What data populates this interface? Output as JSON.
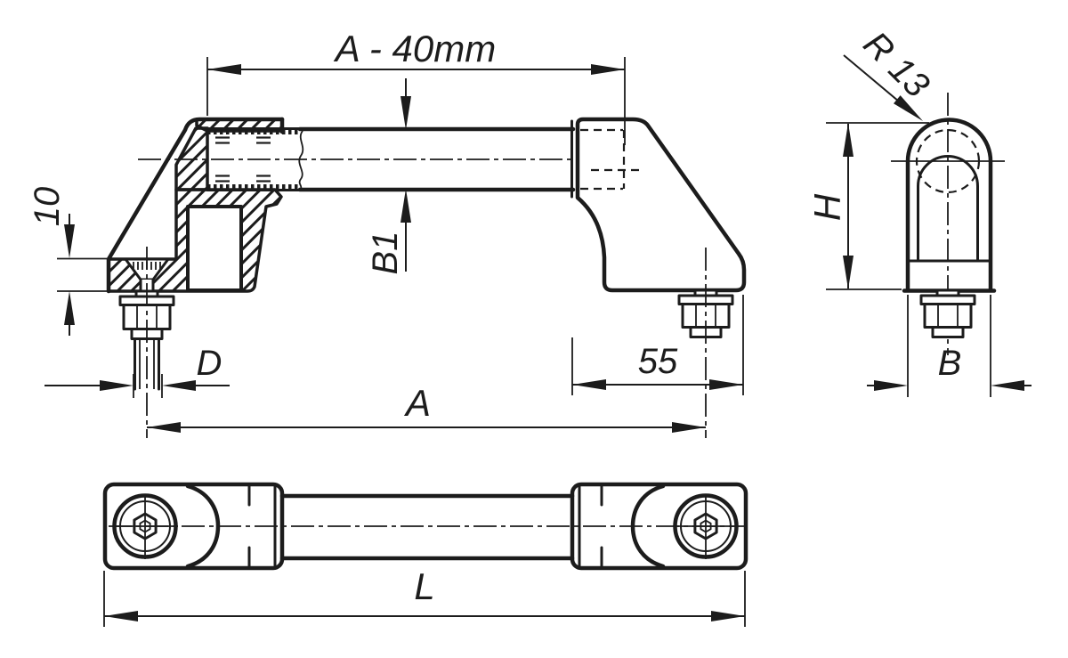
{
  "drawing": {
    "colors": {
      "line": "#1c1c1c",
      "background": "#ffffff"
    },
    "views": {
      "side": {
        "dims": {
          "a_minus_40": "A - 40mm",
          "b1": "B1",
          "ten": "10",
          "d": "D",
          "fifty_five": "55",
          "a": "A"
        }
      },
      "end": {
        "dims": {
          "r13": "R 13",
          "h": "H",
          "b": "B"
        }
      },
      "plan": {
        "dims": {
          "l": "L"
        }
      }
    }
  }
}
